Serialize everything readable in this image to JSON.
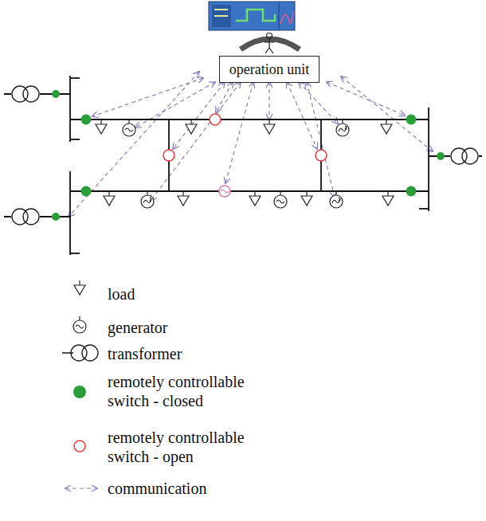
{
  "diagram": {
    "nodes": [
      {
        "text": [
          "operation unit"
        ]
      }
    ],
    "legend": [
      {
        "text": "load"
      },
      {
        "text": "generator"
      },
      {
        "text": "transformer"
      },
      {
        "text": "remotely controllable switch - closed",
        "color": "#2a9d3a"
      },
      {
        "text": "remotely controllable switch - open"
      },
      {
        "text": "communication"
      }
    ]
  }
}
